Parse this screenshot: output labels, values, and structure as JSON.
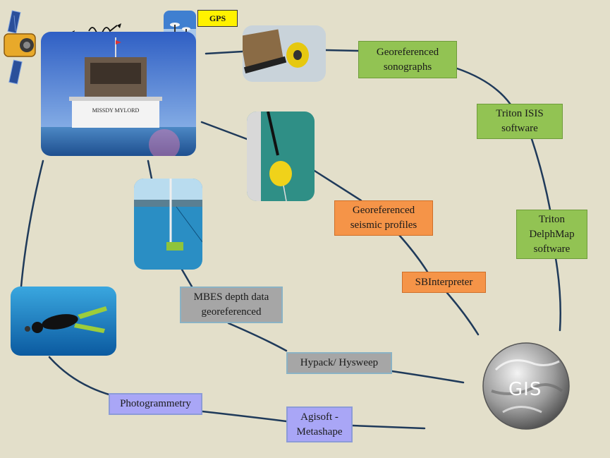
{
  "nodes": {
    "gps": "GPS",
    "sonographs": "Georeferenced\nsonographs",
    "isis": "Triton ISIS\nsoftware",
    "delphmap": "Triton\nDelphMap\nsoftware",
    "seismic": "Georeferenced\nseismic profiles",
    "sbinterpreter": "SBInterpreter",
    "mbes": "MBES depth data\ngeoreferenced",
    "hypack": "Hypack/ Hysweep",
    "photogrammetry": "Photogrammetry",
    "agisoft": "Agisoft -\nMetashape",
    "gis": "GIS"
  },
  "boat": {
    "name_plate": "MISSDY MYLORD"
  },
  "colors": {
    "background": "#e3dfca",
    "connector": "#1f3a5a",
    "green": "#92c353",
    "orange": "#f59448",
    "grey": "#a6a6a6",
    "purple": "#a9a6f6",
    "gps": "#fff200"
  },
  "icons": [
    "satellite-icon",
    "signal-wave-icon",
    "gps-antenna-icon",
    "gis-globe-icon"
  ]
}
